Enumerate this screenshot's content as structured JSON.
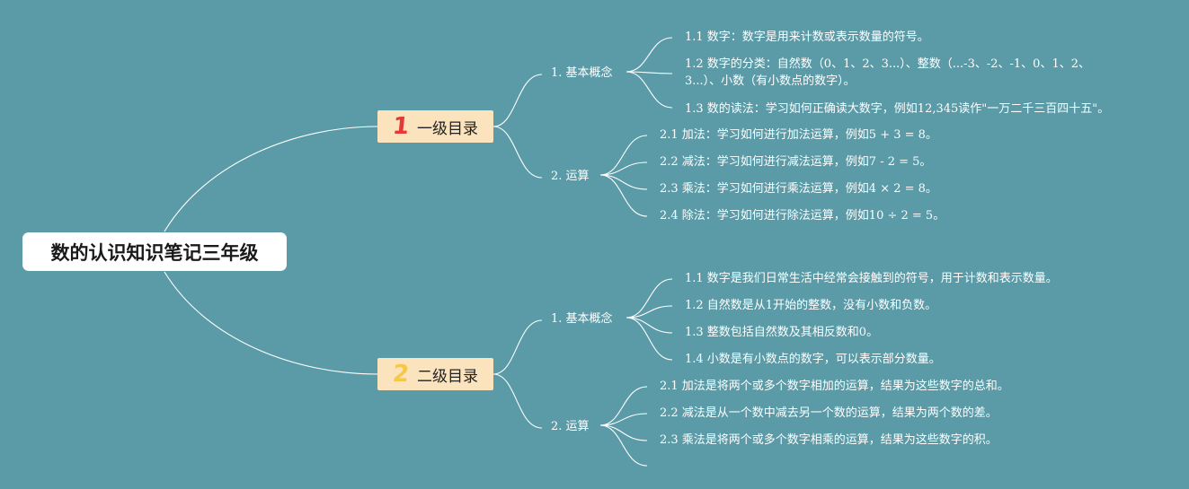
{
  "root": {
    "title": "数的认识知识笔记三年级"
  },
  "branches": [
    {
      "badge": "1",
      "label": "一级目录",
      "badge_color": "#e53935",
      "children": [
        {
          "label": "1. 基本概念",
          "leaves": [
            "1.1 数字：数字是用来计数或表示数量的符号。",
            "1.2 数字的分类：自然数（0、1、2、3...）、整数（...-3、-2、-1、0、1、2、",
            "3...）、小数（有小数点的数字）。",
            "1.3 数的读法：学习如何正确读大数字，例如12,345读作\"一万二千三百四十五\"。"
          ]
        },
        {
          "label": "2. 运算",
          "leaves": [
            "2.1 加法：学习如何进行加法运算，例如5 + 3 = 8。",
            "2.2 减法：学习如何进行减法运算，例如7 - 2 = 5。",
            "2.3 乘法：学习如何进行乘法运算，例如4 × 2 = 8。",
            "2.4 除法：学习如何进行除法运算，例如10 ÷ 2 = 5。"
          ]
        }
      ]
    },
    {
      "badge": "2",
      "label": "二级目录",
      "badge_color": "#f6c84a",
      "children": [
        {
          "label": "1. 基本概念",
          "leaves": [
            "1.1 数字是我们日常生活中经常会接触到的符号，用于计数和表示数量。",
            "1.2 自然数是从1开始的整数，没有小数和负数。",
            "1.3 整数包括自然数及其相反数和0。",
            "1.4 小数是有小数点的数字，可以表示部分数量。"
          ]
        },
        {
          "label": "2. 运算",
          "leaves": [
            "2.1 加法是将两个或多个数字相加的运算，结果为这些数字的总和。",
            "2.2 减法是从一个数中减去另一个数的运算，结果为两个数的差。",
            "2.3 乘法是将两个或多个数字相乘的运算，结果为这些数字的积。"
          ]
        }
      ]
    }
  ]
}
